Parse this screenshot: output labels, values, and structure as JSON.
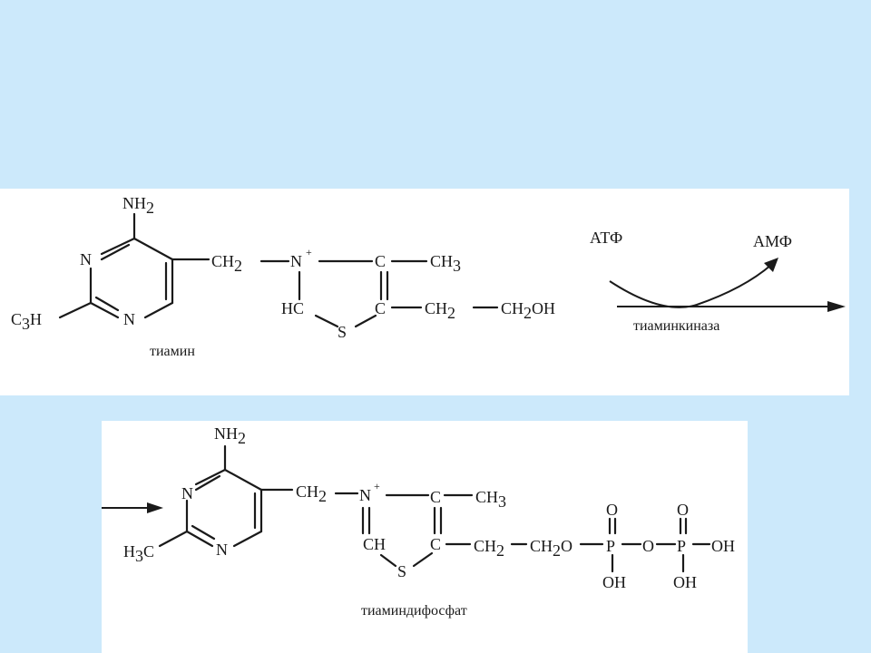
{
  "top": {
    "nh2_n": "NH",
    "nh2_sub": "2",
    "ring_n1": "N",
    "ring_n2": "N",
    "c3h": "C",
    "c3h_sub": "3",
    "c3h_h": "H",
    "ch2_link": "CH",
    "ch2_link_sub": "2",
    "n_plus": "N",
    "plus": "+",
    "c_top": "C",
    "ch3": "CH",
    "ch3_sub": "3",
    "hc": "HC",
    "c_bottom": "C",
    "s": "S",
    "ch2a": "CH",
    "ch2a_sub": "2",
    "ch2oh": "CH",
    "ch2oh_sub": "2",
    "ch2oh_oh": "OH",
    "caption": "тиамин",
    "atf": "АТФ",
    "amf": "АМФ",
    "enzyme": "тиаминкиназа"
  },
  "bottom": {
    "nh2_n": "NH",
    "nh2_sub": "2",
    "ring_n1": "N",
    "ring_n2": "N",
    "h3c_h": "H",
    "h3c_sub": "3",
    "h3c_c": "C",
    "ch2_link": "CH",
    "ch2_link_sub": "2",
    "n_plus": "N",
    "plus": "+",
    "c_top": "C",
    "ch3": "CH",
    "ch3_sub": "3",
    "ch": "CH",
    "c_bottom": "C",
    "s": "S",
    "ch2a": "CH",
    "ch2a_sub": "2",
    "ch2o": "CH",
    "ch2o_sub": "2",
    "ch2o_o": "O",
    "p1": "P",
    "o_bridge": "O",
    "p2": "P",
    "o1_top": "O",
    "o2_top": "O",
    "oh_p1": "OH",
    "oh_p2": "OH",
    "oh_right": "OH",
    "caption": "тиаминдифосфат"
  }
}
